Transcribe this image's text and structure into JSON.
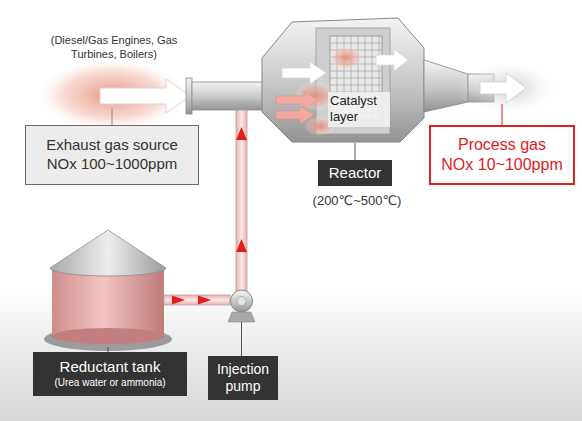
{
  "diagram": {
    "nodes": [
      {
        "text": [
          "Exhaust gas source",
          "NOx 100~1000ppm"
        ]
      },
      {
        "text": [
          "Reactor"
        ]
      },
      {
        "text": [
          "Process gas",
          "NOx 10~100ppm"
        ]
      },
      {
        "text": [
          "Reductant tank",
          "(Urea water or ammonia)"
        ]
      },
      {
        "text": [
          "Injection pump"
        ]
      }
    ],
    "labels": [
      "(Diesel/Gas Engines, Gas Turbines, Boilers)",
      "Catalyst layer",
      "(200℃~500℃)"
    ]
  }
}
